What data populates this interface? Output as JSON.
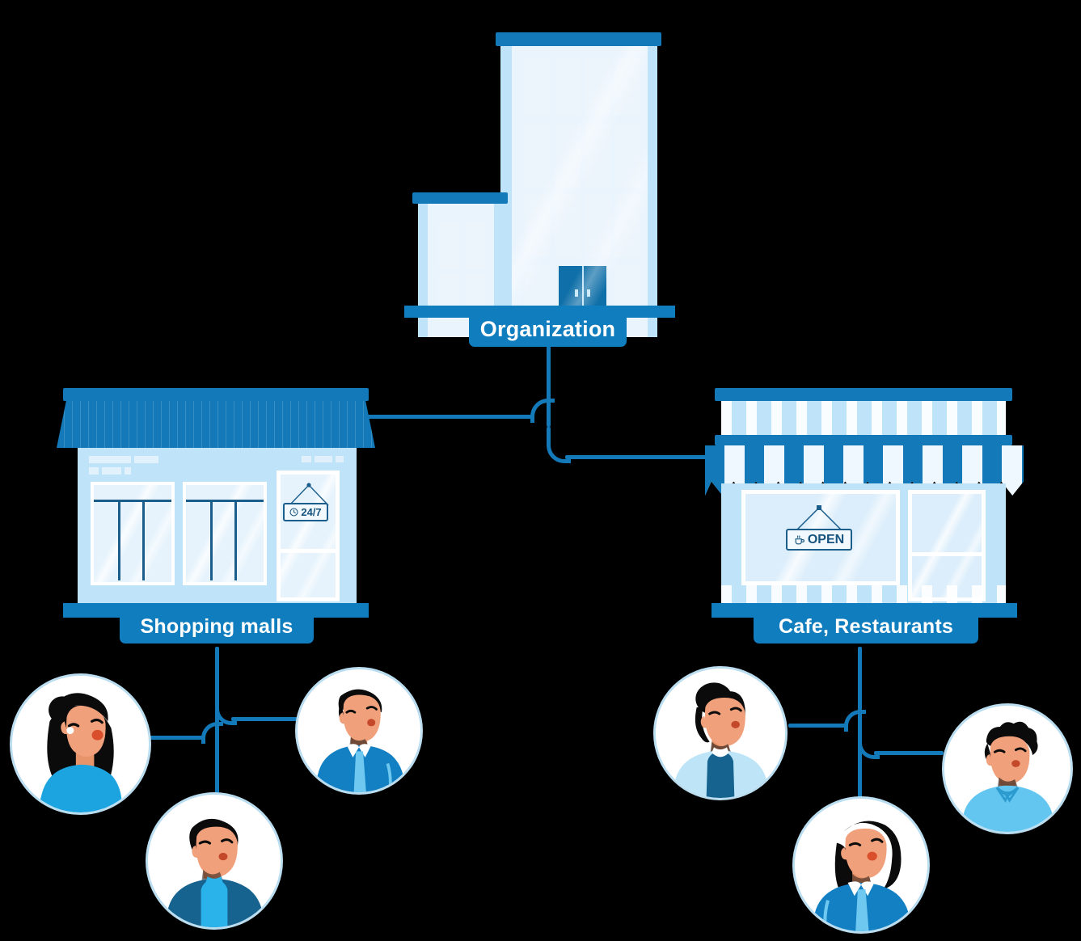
{
  "diagram": {
    "title": "Organization hierarchy",
    "type": "tree",
    "colors": {
      "background": "#000000",
      "plate": "#0F7DBE",
      "plate_text": "#FFFFFF",
      "connector": "#1379B8",
      "roof_dark": "#1379B8",
      "building_light": "#BFE4FA",
      "glass": "#EDF5FC",
      "avatar_ring": "#BBDDF0",
      "sign_ink": "#15537E"
    }
  },
  "root": {
    "label": "Organization",
    "icon": "office-building-icon"
  },
  "branches": [
    {
      "id": "shopping-malls",
      "label": "Shopping malls",
      "icon": "storefront-icon",
      "sign": {
        "text": "24/7",
        "icon": "clock-icon"
      },
      "people": [
        {
          "id": "person-1",
          "name": "woman-long-hair-avatar"
        },
        {
          "id": "person-2",
          "name": "man-shirt-tie-avatar"
        },
        {
          "id": "person-3",
          "name": "man-jacket-avatar"
        }
      ]
    },
    {
      "id": "cafe-restaurants",
      "label": "Cafe, Restaurants",
      "icon": "awning-shop-icon",
      "sign": {
        "text": "OPEN",
        "icon": "coffee-cup-icon"
      },
      "people": [
        {
          "id": "person-4",
          "name": "woman-bun-avatar"
        },
        {
          "id": "person-5",
          "name": "man-curly-hair-avatar"
        },
        {
          "id": "person-6",
          "name": "woman-dark-hair-tie-avatar"
        }
      ]
    }
  ]
}
